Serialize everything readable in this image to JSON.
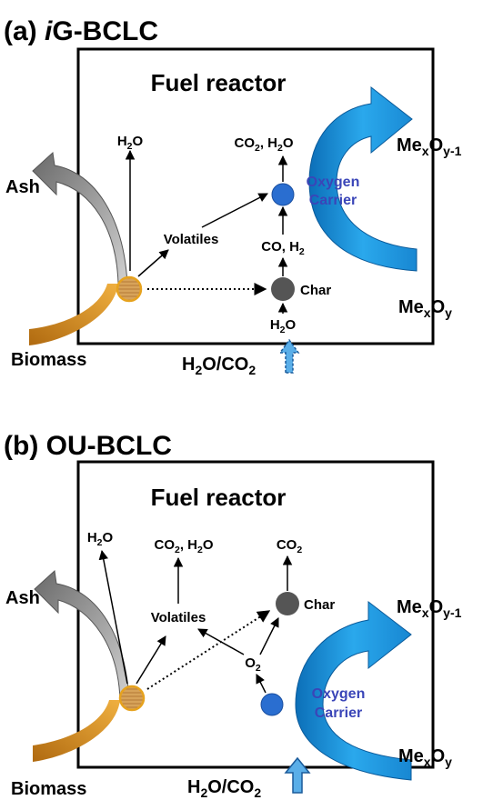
{
  "colors": {
    "blue_arrow": "#1e9be0",
    "biomass_arrow": "#d48a1a",
    "ash_arrow": "#8c8c8c",
    "oxygen_carrier": "#2a6ed0",
    "char": "#555555",
    "biomass_particle": "#d49a4a",
    "label_blue": "#3a45b8"
  },
  "panel_a": {
    "label": "(a)",
    "title_italic": "i",
    "title_rest": "G-BCLC",
    "reactor": "Fuel reactor",
    "h2o": {
      "main": "H",
      "sub": "2",
      "tail": "O"
    },
    "co2_h2o": {
      "p1": "CO",
      "s1": "2",
      "p2": ", H",
      "s2": "2",
      "p3": "O"
    },
    "volatiles": "Volatiles",
    "co_h2": {
      "p1": "CO, H",
      "s1": "2"
    },
    "char": "Char",
    "h2o_in": {
      "main": "H",
      "sub": "2",
      "tail": "O"
    },
    "oxygen_carrier_1": "Oxygen",
    "oxygen_carrier_2": "Carrier",
    "ash": "Ash",
    "biomass": "Biomass",
    "mexoy1": {
      "m": "Me",
      "x": "x",
      "o": "O",
      "y": "y-1"
    },
    "mexoy": {
      "m": "Me",
      "x": "x",
      "o": "O",
      "y": "y"
    },
    "feed": {
      "p1": "H",
      "s1": "2",
      "p2": "O/CO",
      "s2": "2"
    }
  },
  "panel_b": {
    "label": "(b)",
    "title": "OU-BCLC",
    "reactor": "Fuel reactor",
    "h2o": {
      "main": "H",
      "sub": "2",
      "tail": "O"
    },
    "co2_h2o": {
      "p1": "CO",
      "s1": "2",
      "p2": ", H",
      "s2": "2",
      "p3": "O"
    },
    "co2": {
      "p1": "CO",
      "s1": "2"
    },
    "volatiles": "Volatiles",
    "char": "Char",
    "o2": {
      "p1": "O",
      "s1": "2"
    },
    "oxygen_carrier_1": "Oxygen",
    "oxygen_carrier_2": "Carrier",
    "ash": "Ash",
    "biomass": "Biomass",
    "mexoy1": {
      "m": "Me",
      "x": "x",
      "o": "O",
      "y": "y-1"
    },
    "mexoy": {
      "m": "Me",
      "x": "x",
      "o": "O",
      "y": "y"
    },
    "feed": {
      "p1": "H",
      "s1": "2",
      "p2": "O/CO",
      "s2": "2"
    }
  }
}
